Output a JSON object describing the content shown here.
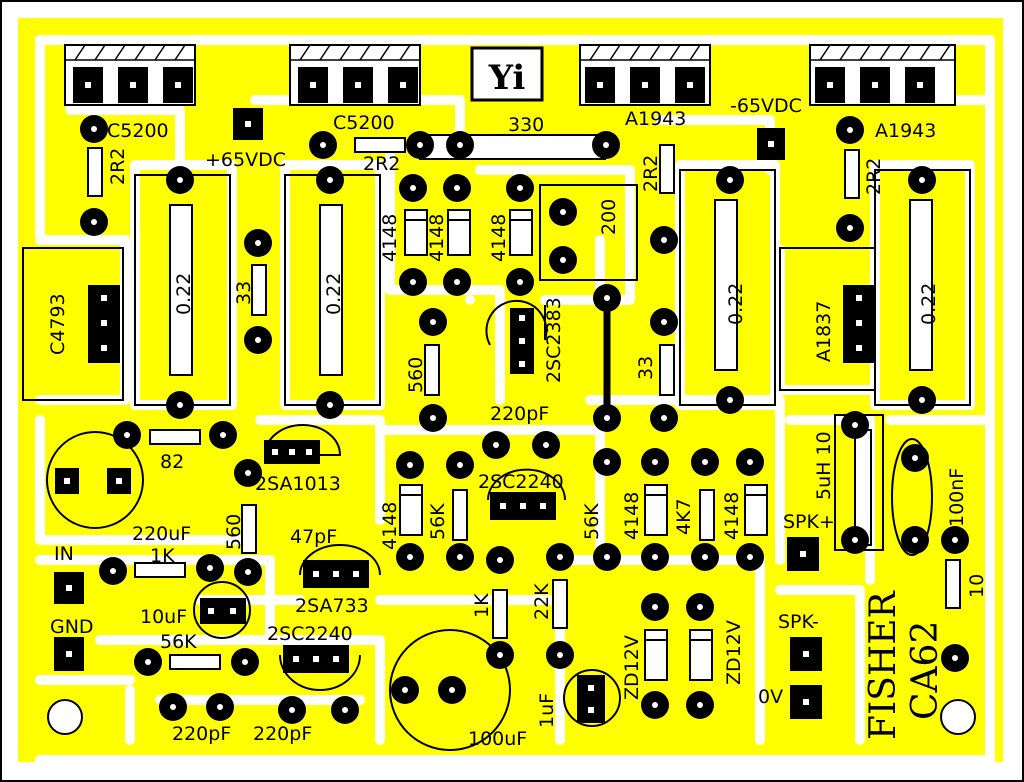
{
  "colors": {
    "copper": "#ffff00",
    "ink": "#000000",
    "board": "#ffffff"
  },
  "board_labels": {
    "logo": "Yi",
    "brand": "FISHER",
    "model": "CA62",
    "q_c5200_left": "C5200",
    "q_c5200_mid": "C5200",
    "q_a1943_mid": "A1943",
    "q_a1943_right": "A1943",
    "pos_supply": "+65VDC",
    "neg_supply": "-65VDC",
    "r_330": "330",
    "r_2r2_mid": "2R2",
    "r_2r2_left": "2R2",
    "r_2r2_a": "2R2",
    "r_2r2_b": "2R2",
    "d_4148_a": "4148",
    "d_4148_b": "4148",
    "d_4148_c": "4148",
    "trim_200": "200",
    "q_c4793": "C4793",
    "r_022_a": "0.22",
    "r_022_b": "0.22",
    "r_022_c": "0.22",
    "r_022_d": "0.22",
    "r_33_a": "33",
    "r_33_b": "33",
    "r_560_a": "560",
    "q_2sc2383": "2SC2383",
    "q_a1837": "A1837",
    "c_220pf_top": "220pF",
    "r_82": "82",
    "q_2sa1013": "2SA1013",
    "q_2sc2240_a": "2SC2240",
    "d_4148_d": "4148",
    "r_56k_a": "56K",
    "r_56k_b": "56K",
    "d_4148_e": "4148",
    "r_4k7": "4K7",
    "d_4148_f": "4148",
    "l_5uh": "5uH 10",
    "c_100nf": "100nF",
    "c_220uf": "220uF",
    "r_560_b": "560",
    "c_47pf": "47pF",
    "r_1k_a": "1K",
    "in_label": "IN",
    "gnd_label": "GND",
    "q_2sa733": "2SA733",
    "c_10uf": "10uF",
    "r_56k_c": "56K",
    "q_2sc2240_b": "2SC2240",
    "r_1k_b": "1K",
    "r_22k": "22K",
    "zd_a": "ZD12V",
    "zd_b": "ZD12V",
    "spk_pos": "SPK+",
    "spk_neg": "SPK-",
    "r_10": "10",
    "ov_label": "0V",
    "c_1uf": "1uF",
    "c_100uf": "100uF",
    "c_220pf_a": "220pF",
    "c_220pf_b": "220pF"
  }
}
